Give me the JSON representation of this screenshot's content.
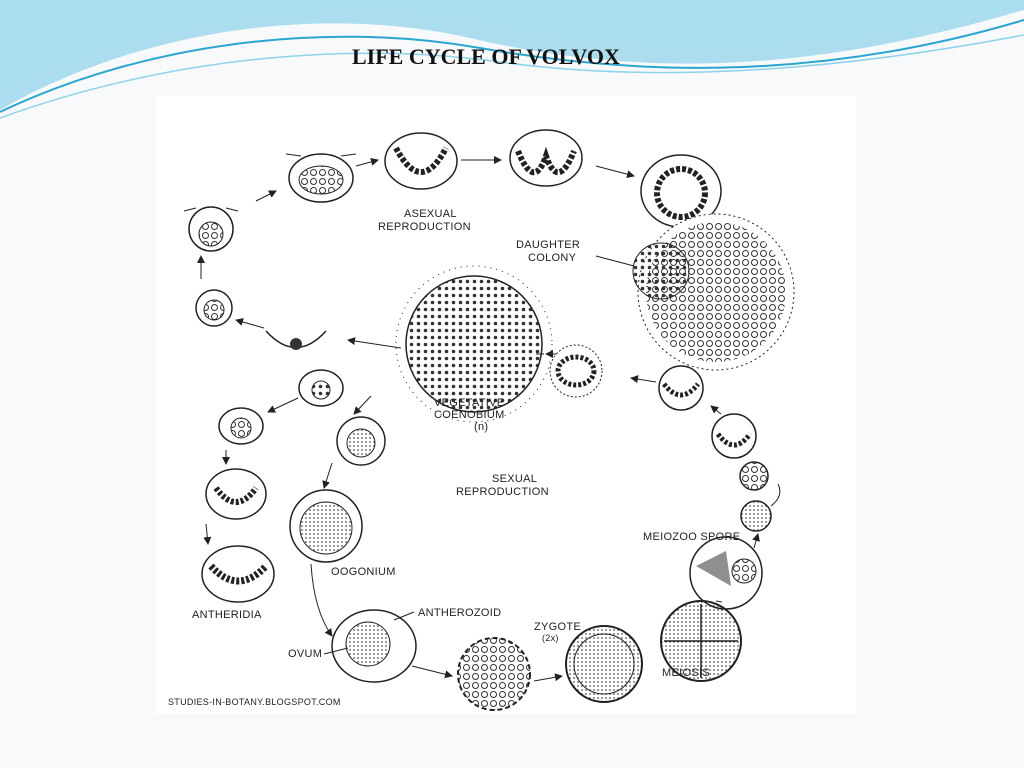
{
  "slide": {
    "title": "LIFE CYCLE OF VOLVOX",
    "accent_colors": [
      "#6ec6e6",
      "#a8e0ef",
      "#2aa5cf"
    ]
  },
  "diagram": {
    "labels": {
      "asexual_1": "ASEXUAL",
      "asexual_2": "REPRODUCTION",
      "daughter_1": "DAUGHTER",
      "daughter_2": "COLONY",
      "vegetative_1": "VEGETATIVE",
      "vegetative_2": "COENOBIUM",
      "vegetative_3": "(n)",
      "sexual_1": "SEXUAL",
      "sexual_2": "REPRODUCTION",
      "meiozoospore": "MEIOZOO SPORE",
      "oogonium": "OOGONIUM",
      "antheridia": "ANTHERIDIA",
      "antherozoid": "ANTHEROZOID",
      "zygote_1": "ZYGOTE",
      "zygote_2": "(2x)",
      "ovum": "OVUM",
      "meiosis": "MEIOSIS",
      "credit": "STUDIES-IN-BOTANY.BLOGSPOT.COM"
    }
  }
}
